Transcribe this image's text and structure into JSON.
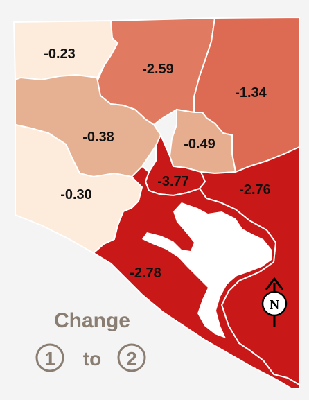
{
  "regions": [
    {
      "id": "west-north",
      "value": "-0.23",
      "fill": "#fdebdc"
    },
    {
      "id": "north-central",
      "value": "-2.59",
      "fill": "#e07b61"
    },
    {
      "id": "northeast",
      "value": "-1.34",
      "fill": "#dd6a52"
    },
    {
      "id": "west-central",
      "value": "-0.38",
      "fill": "#e6b092"
    },
    {
      "id": "central-north",
      "value": "-0.49",
      "fill": "#e6ae8e"
    },
    {
      "id": "west-south",
      "value": "-0.30",
      "fill": "#fdebdc"
    },
    {
      "id": "central-downtown",
      "value": "-3.77",
      "fill": "#c81818"
    },
    {
      "id": "east",
      "value": "-2.76",
      "fill": "#c81818"
    },
    {
      "id": "south",
      "value": "-2.78",
      "fill": "#c81818"
    }
  ],
  "legend": {
    "title": "Change",
    "from": "1",
    "to_word": "to",
    "to": "2"
  },
  "compass": {
    "letter": "N"
  },
  "colors": {
    "background": "#f4f4f4",
    "water": "#ffffff",
    "border": "#ffffff",
    "legend_text": "#8a7d72"
  }
}
